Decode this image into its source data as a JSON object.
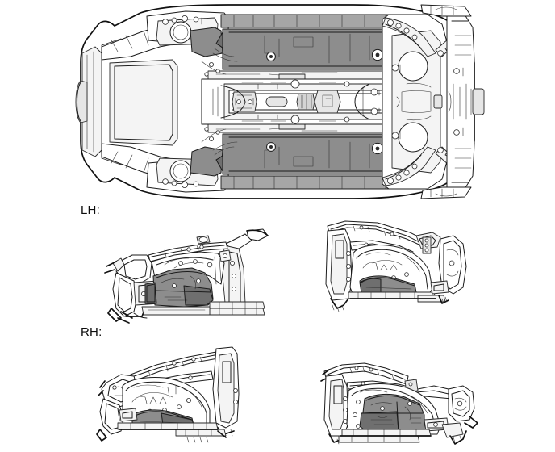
{
  "document": {
    "kind": "vehicle-body-structure-illustration",
    "background_color": "#ffffff",
    "line_color": "#1b1b1b",
    "highlight_color": "#8d8d8d",
    "highlight_dark_color": "#6f6f6f",
    "panel_light_color": "#f4f4f4"
  },
  "labels": {
    "lh": "LH:",
    "rh": "RH:"
  },
  "figures": [
    {
      "id": "underbody",
      "name": "underbody-plan-view",
      "view": "Underbody / floor plan view",
      "orientation": "front at left, rear at right",
      "highlighted_parts": [
        "left rocker / side sill panel",
        "right rocker / side sill panel",
        "left front wheelhouse lower reinforcement",
        "right front wheelhouse lower reinforcement"
      ]
    },
    {
      "id": "side-lh-front",
      "name": "side-body-lh-front-view",
      "view": "LH body side assembly, front quarter",
      "row": "LH",
      "column": "left",
      "highlighted_parts": [
        "front wheelhouse outer / rocker front section"
      ]
    },
    {
      "id": "side-lh-rear",
      "name": "side-body-lh-rear-view",
      "view": "LH body side assembly, rear quarter",
      "row": "LH",
      "column": "right",
      "highlighted_parts": [
        "rear wheelhouse lower arch section"
      ]
    },
    {
      "id": "side-rh-front",
      "name": "side-body-rh-front-view",
      "view": "RH body side assembly, front quarter",
      "row": "RH",
      "column": "left",
      "highlighted_parts": [
        "rear wheelhouse lower arch section"
      ]
    },
    {
      "id": "side-rh-rear",
      "name": "side-body-rh-rear-view",
      "view": "RH body side assembly, rear quarter",
      "row": "RH",
      "column": "right",
      "highlighted_parts": [
        "front wheelhouse outer / rocker front section"
      ]
    }
  ]
}
